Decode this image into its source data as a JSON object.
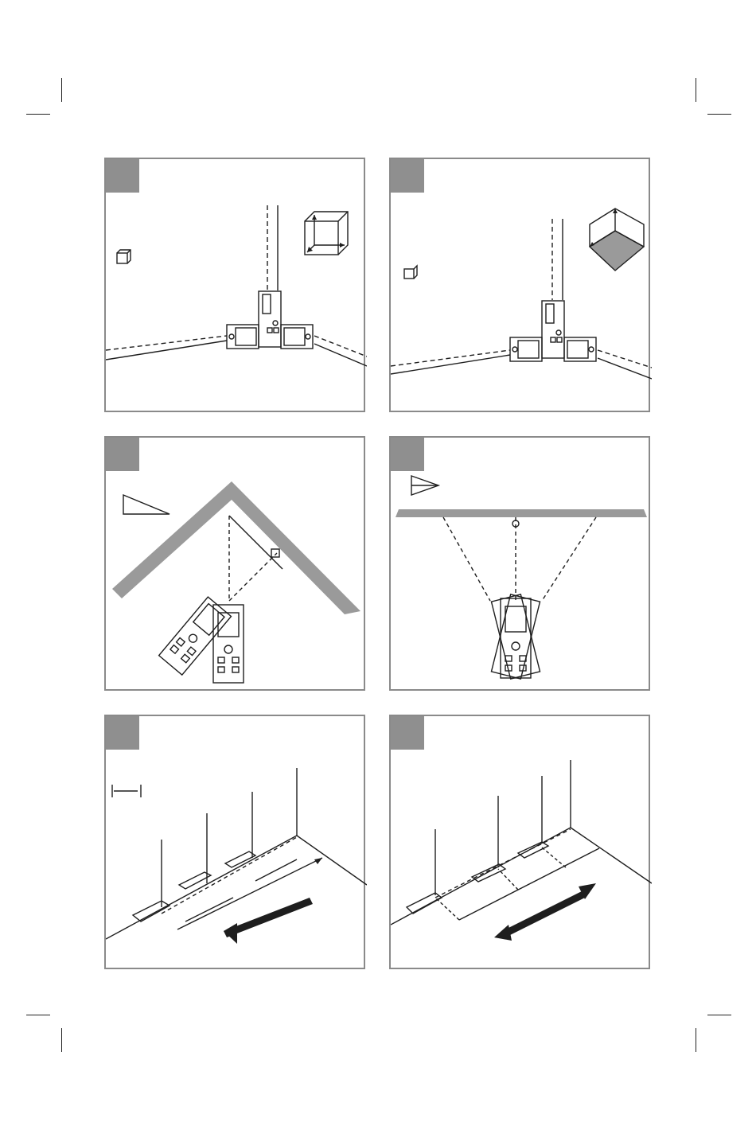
{
  "page": {
    "panels": [
      {
        "id": "volume",
        "icon": "cube-icon"
      },
      {
        "id": "area",
        "icon": "square-area-icon"
      },
      {
        "id": "indirect-height-right-triangle",
        "icon": "right-triangle-icon"
      },
      {
        "id": "indirect-height-two-point",
        "icon": "triangle-icon"
      },
      {
        "id": "continuous-measurement",
        "icon": "distance-arrow-icon"
      },
      {
        "id": "min-max-measurement",
        "icon": "double-arrow-icon"
      }
    ],
    "colors": {
      "tab": "#8f8f8f",
      "frame": "#8a8a8a",
      "line": "#1e1e1e",
      "fill_grey": "#9a9a9a"
    }
  }
}
